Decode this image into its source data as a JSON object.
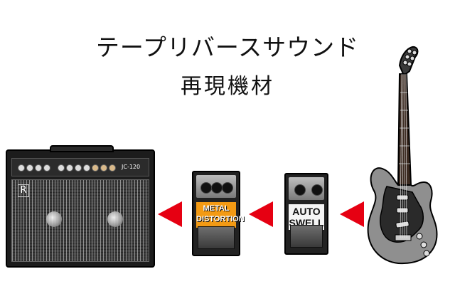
{
  "title": {
    "line1": "テープリバースサウンド",
    "line2": "再現機材"
  },
  "amp": {
    "badge": "R",
    "model": "JC-120"
  },
  "pedals": [
    {
      "label_line1": "METAL",
      "label_line2": "DISTORTION"
    },
    {
      "label_line1": "AUTO",
      "label_line2": "SWELL"
    }
  ],
  "colors": {
    "arrow": "#e60012",
    "metal_label": "#f39a14",
    "guitar_body": "#8f8f8f",
    "pickguard": "#2a2a2a"
  },
  "icons": [
    "amp-icon",
    "metal-distortion-pedal-icon",
    "auto-swell-pedal-icon",
    "electric-guitar-icon",
    "arrow-left-icon"
  ]
}
